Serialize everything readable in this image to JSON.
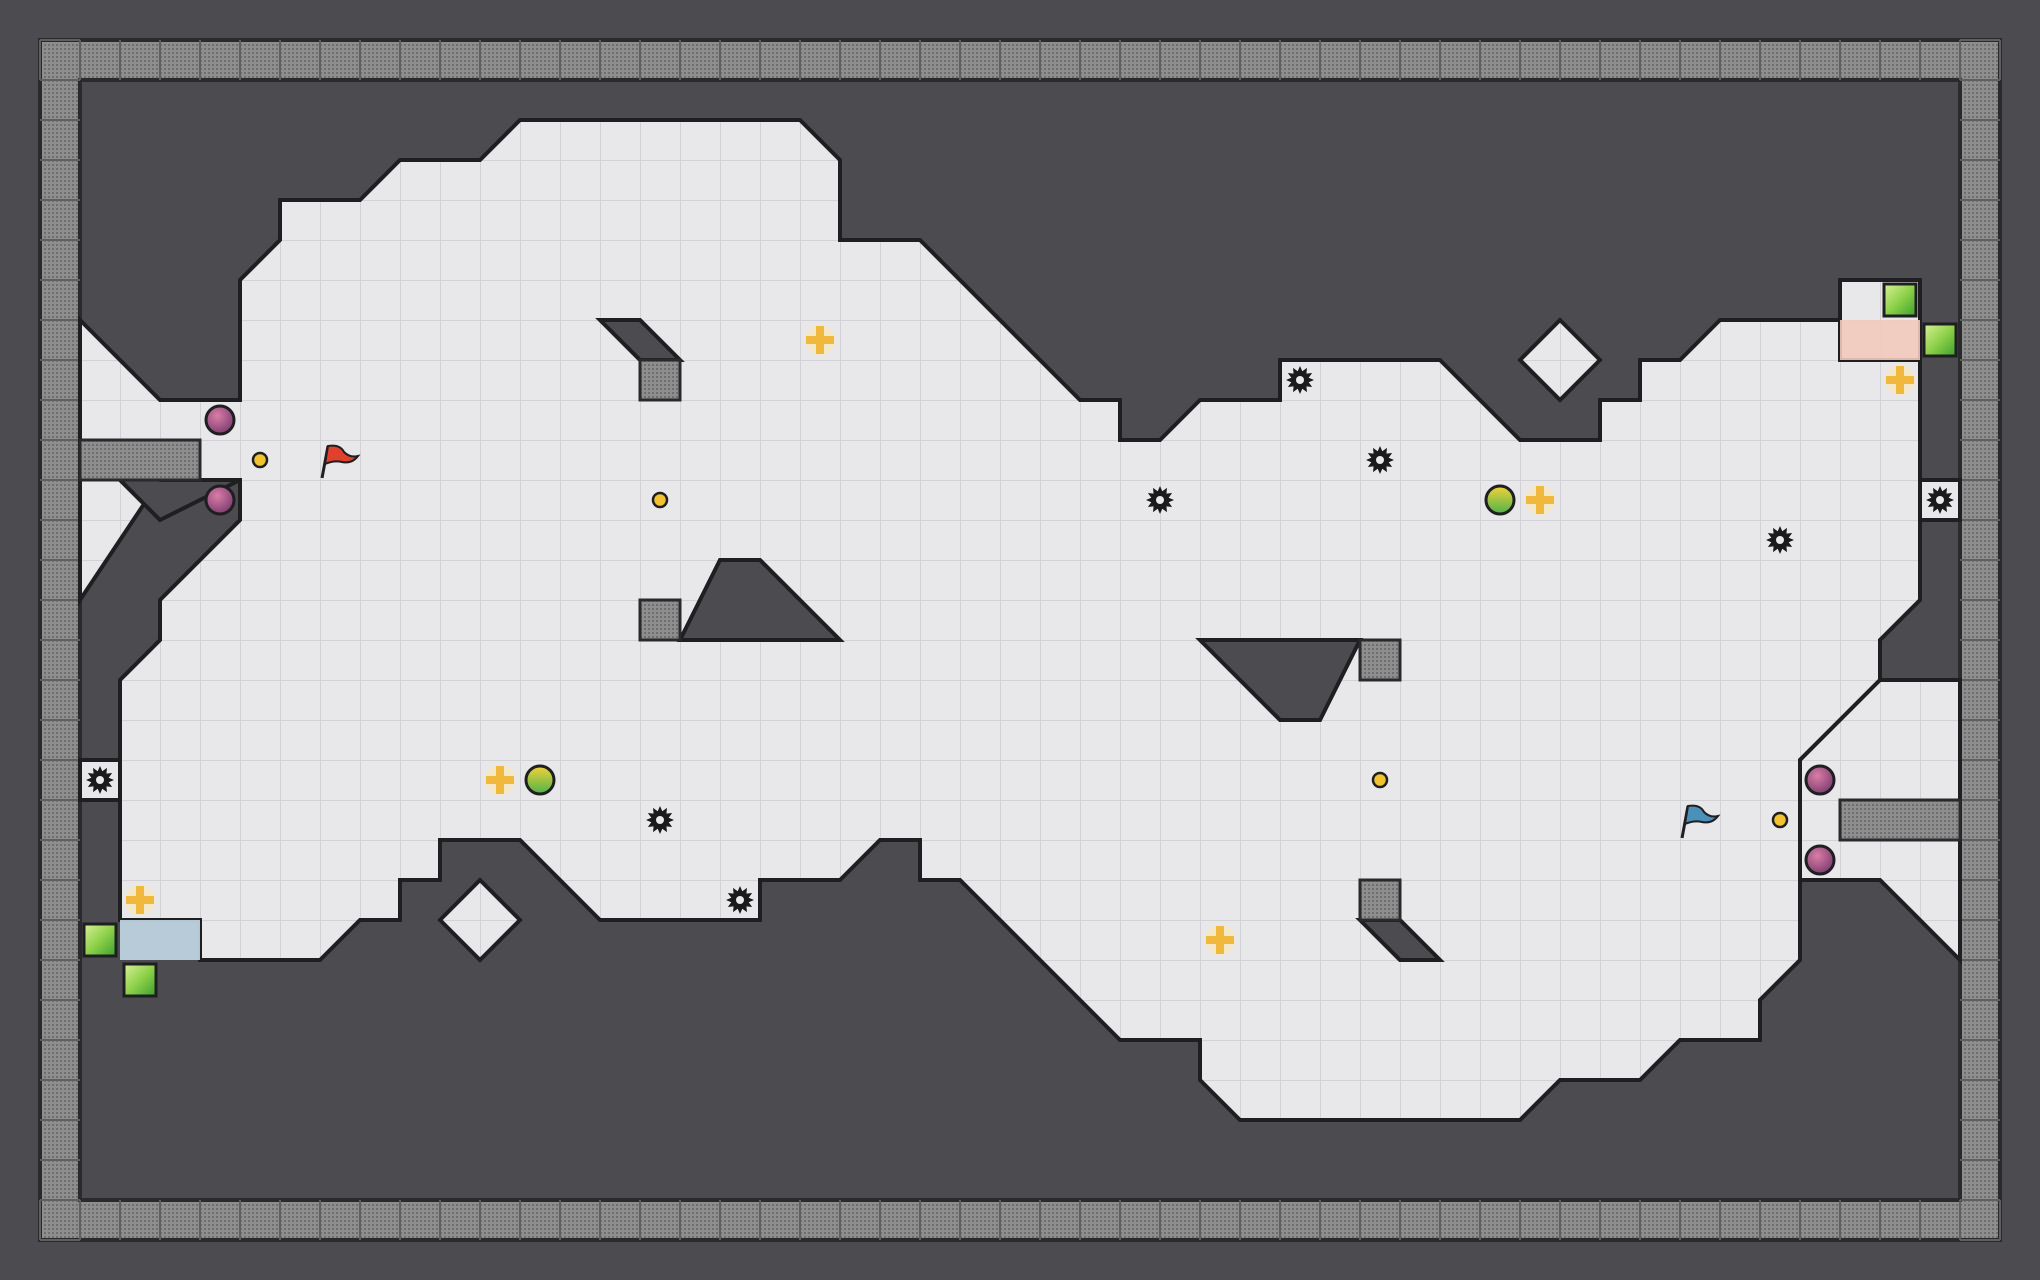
{
  "game": {
    "type": "capture-the-flag tile arena",
    "theme": "dark-gray walls, light-gray floor tiles",
    "teams": {
      "red": {
        "color": "#e0412c",
        "base_tint": "#f2c9bc"
      },
      "blue": {
        "color": "#4a90b8",
        "base_tint": "#c3d9e8"
      }
    },
    "entities": [
      {
        "kind": "flag",
        "team": "red",
        "icon": "red-flag-icon"
      },
      {
        "kind": "flag",
        "team": "blue",
        "icon": "blue-flag-icon"
      },
      {
        "kind": "powerup",
        "count": 6,
        "icon": "gold-plus-powerup-icon"
      },
      {
        "kind": "spike",
        "count": 8,
        "icon": "spike-mine-icon"
      },
      {
        "kind": "bomb",
        "count": 4,
        "icon": "bomb-icon"
      },
      {
        "kind": "boost",
        "count": 2,
        "icon": "speed-boost-icon"
      },
      {
        "kind": "button",
        "count": 4,
        "icon": "yellow-button-icon"
      },
      {
        "kind": "portal",
        "count": 4,
        "icon": "green-portal-icon"
      }
    ],
    "colors": {
      "background": "#4b4b50",
      "border_tile": "#8c8c8c",
      "wall": "#4b4b50",
      "floor": "#e7e7ea",
      "grid_line": "#d3d3d7",
      "outline": "#1f1f22",
      "gate": "#8d8d8d",
      "powerup": "#f0b83c",
      "portal": "#5fbf3a",
      "button": "#f2c230"
    }
  }
}
